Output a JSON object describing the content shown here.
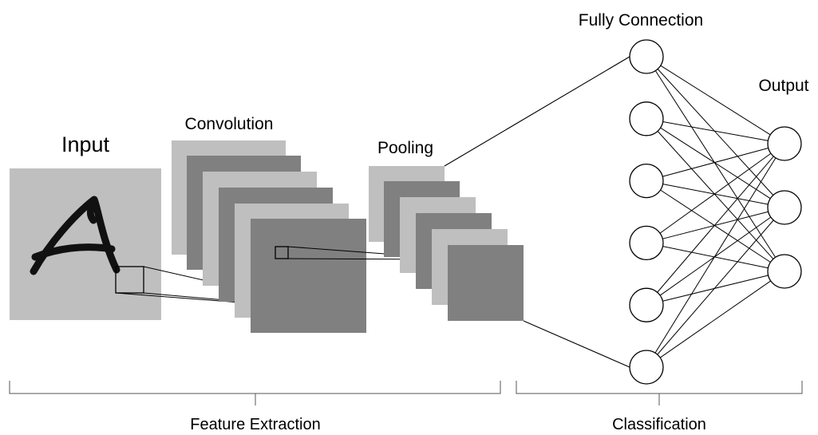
{
  "labels": {
    "input": "Input",
    "convolution": "Convolution",
    "pooling": "Pooling",
    "fully_connection": "Fully Connection",
    "output": "Output",
    "feature_extraction": "Feature Extraction",
    "classification": "Classification"
  },
  "input_glyph": "A",
  "network": {
    "fully_connected_nodes": 6,
    "output_nodes": 3
  },
  "colors": {
    "light_map": "#bfbfbf",
    "dark_map": "#808080",
    "ink": "#000000",
    "background": "#ffffff"
  }
}
